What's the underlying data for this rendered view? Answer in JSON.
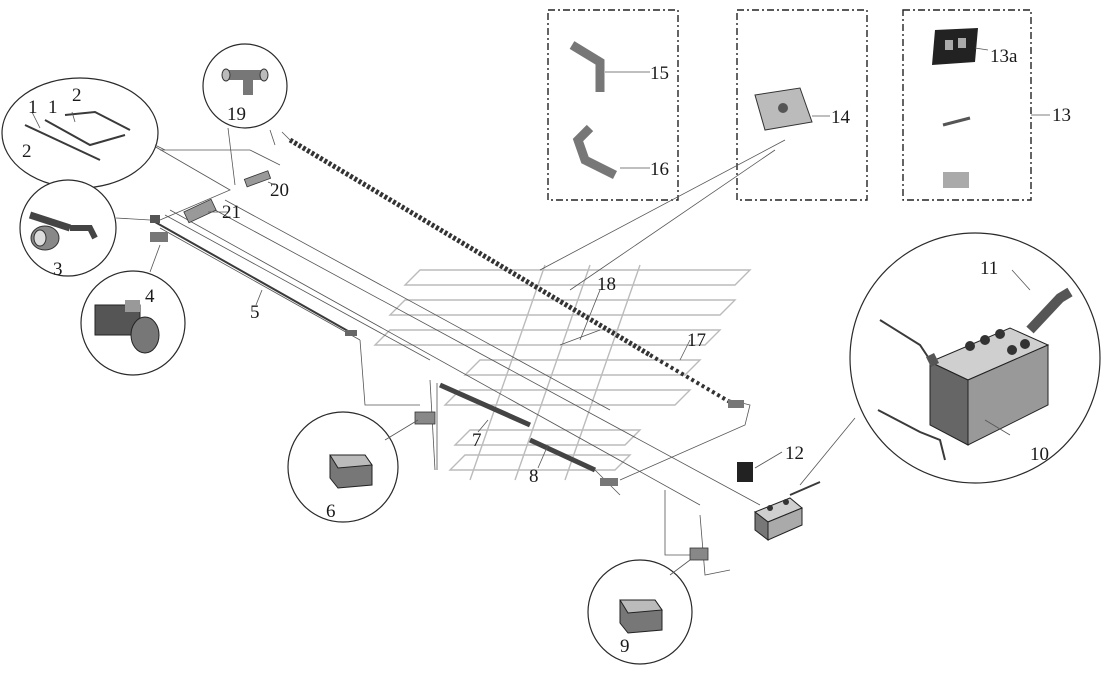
{
  "labels": {
    "l1a": "1",
    "l1b": "1",
    "l2a": "2",
    "l2b": "2",
    "l3": "3",
    "l4": "4",
    "l5": "5",
    "l6": "6",
    "l7": "7",
    "l8": "8",
    "l9": "9",
    "l10": "10",
    "l11": "11",
    "l12": "12",
    "l13": "13",
    "l13a": "13a",
    "l14": "14",
    "l15": "15",
    "l16": "16",
    "l17": "17",
    "l18": "18",
    "l19": "19",
    "l20": "20",
    "l21": "21"
  }
}
